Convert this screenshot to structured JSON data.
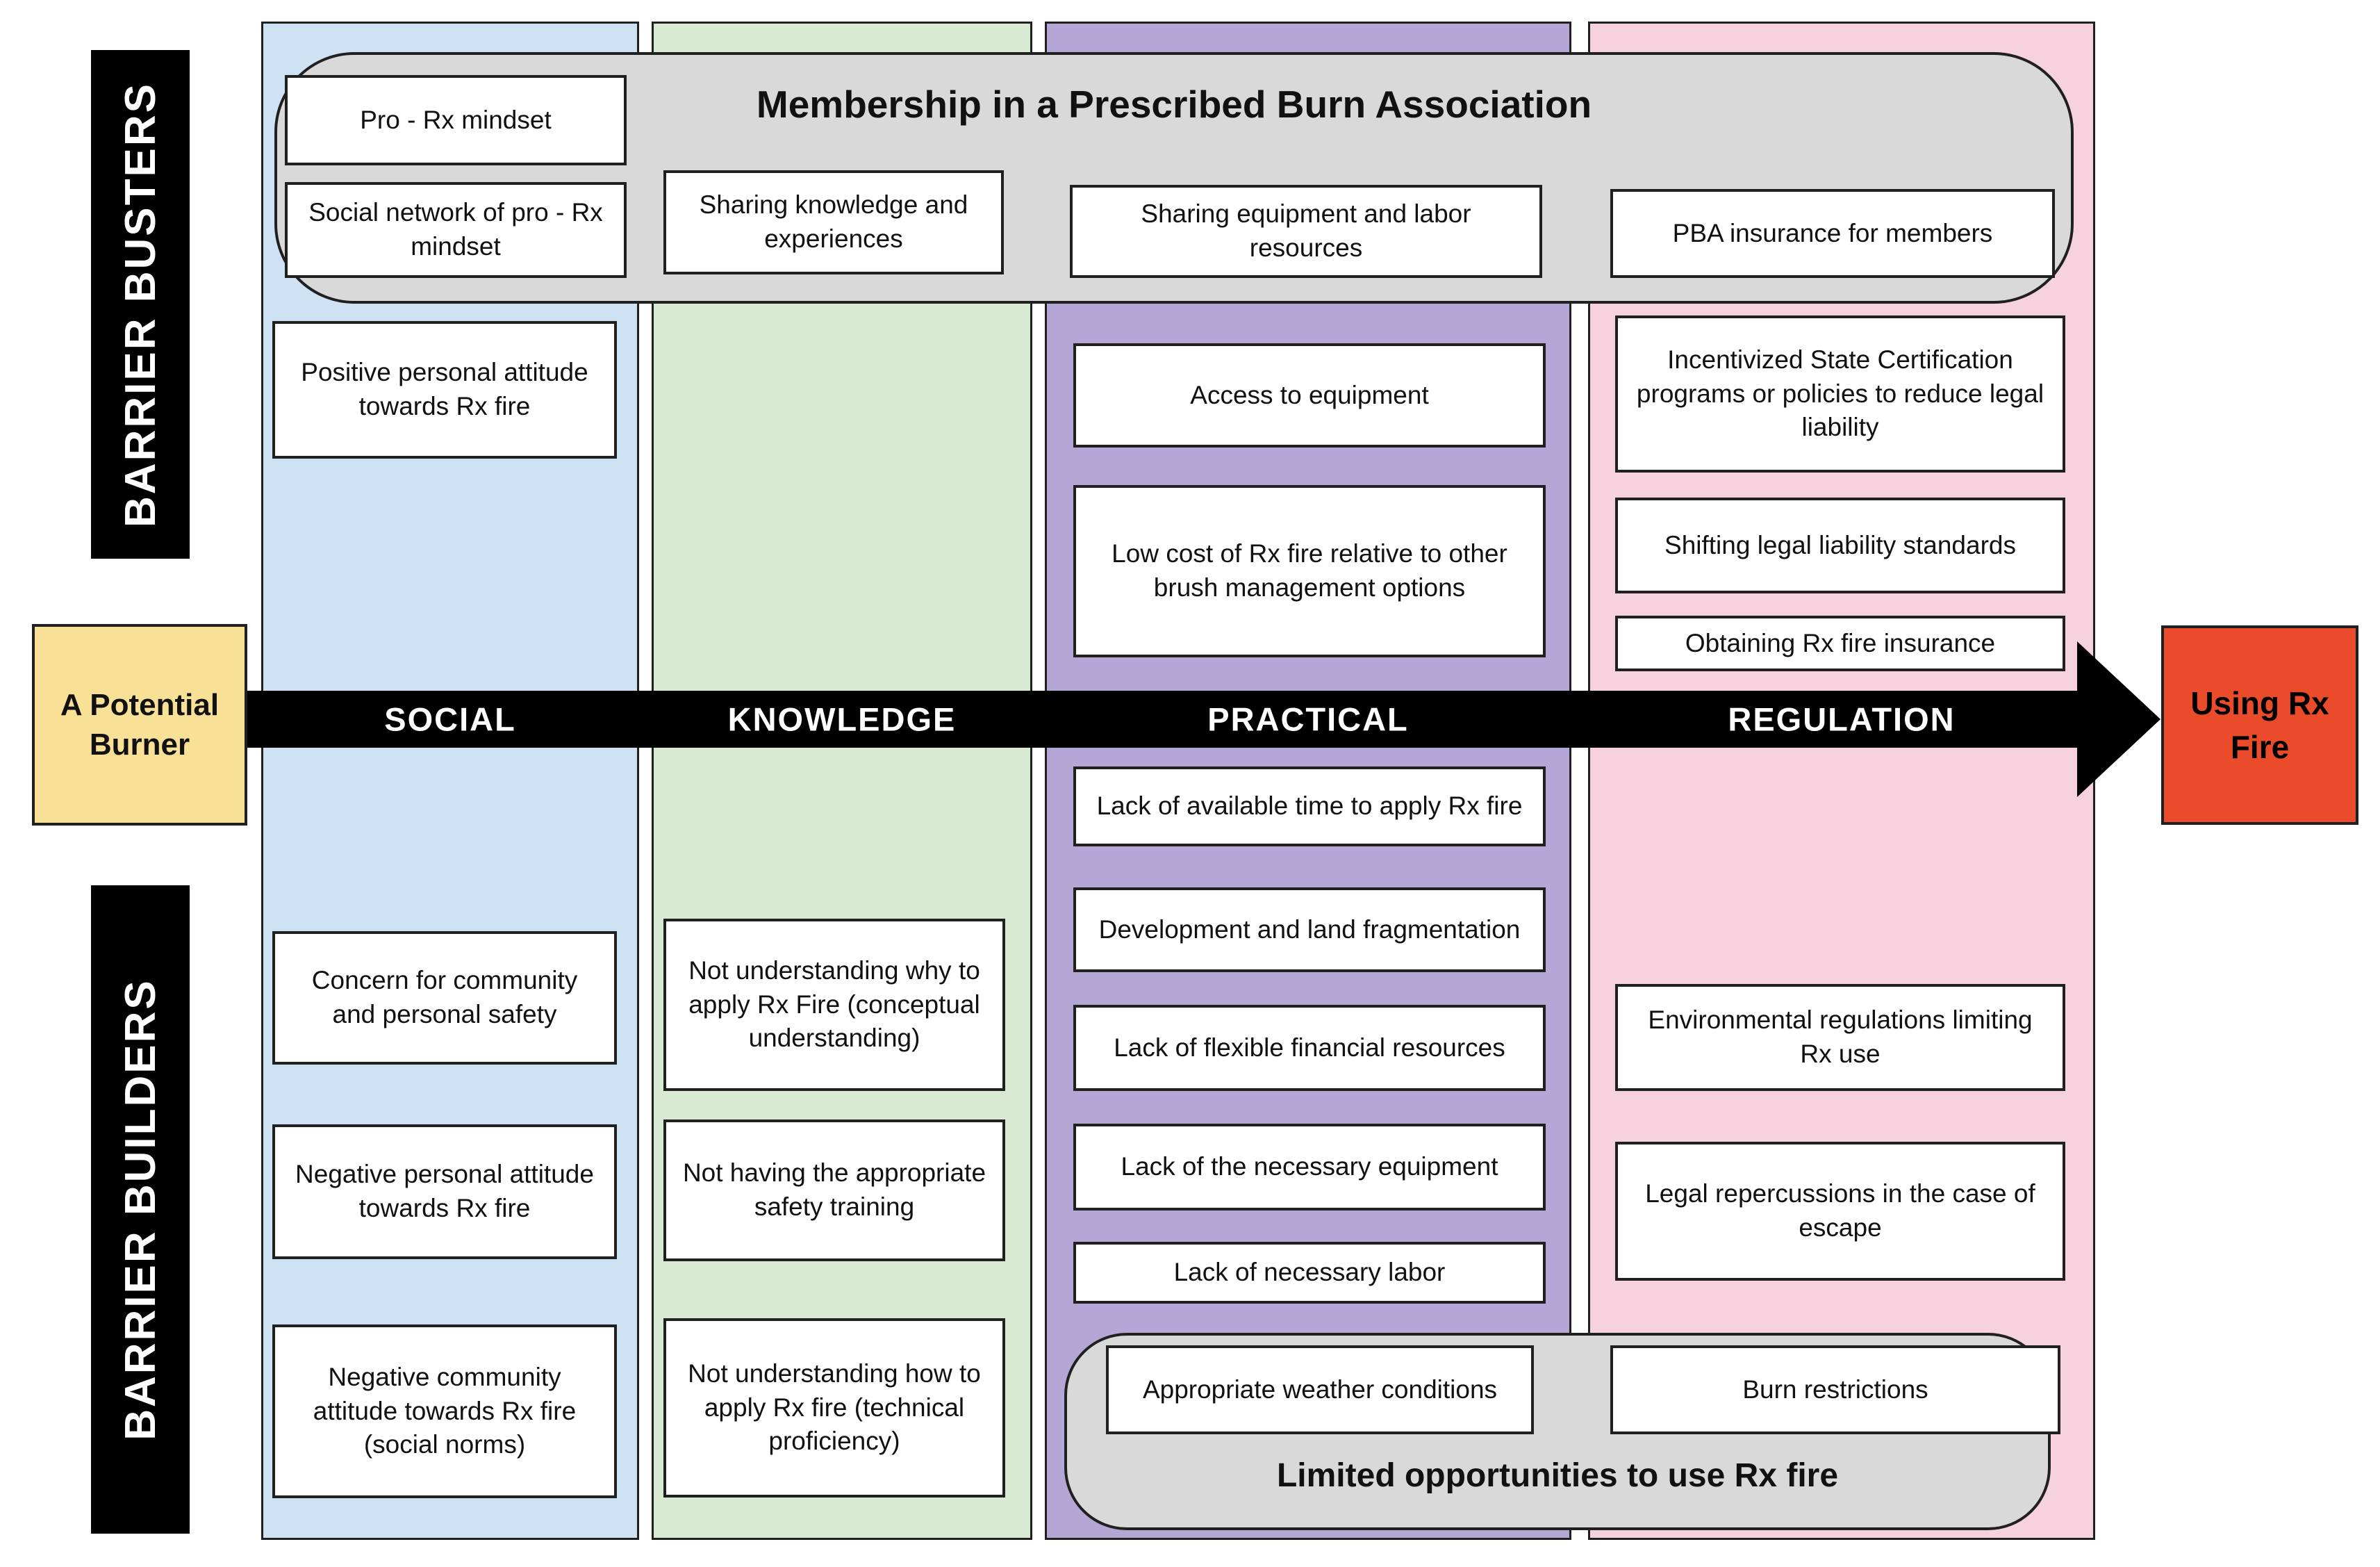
{
  "rails": {
    "busters_label": "BARRIER BUSTERS",
    "builders_label": "BARRIER BUILDERS"
  },
  "nodes": {
    "start_label": "A Potential Burner",
    "end_label": "Using Rx Fire"
  },
  "axis": {
    "labels": [
      "SOCIAL",
      "KNOWLEDGE",
      "PRACTICAL",
      "REGULATION"
    ]
  },
  "pba_banner": {
    "title": "Membership in a Prescribed Burn Association",
    "social_items": [
      "Pro - Rx mindset",
      "Social network of pro - Rx mindset"
    ],
    "knowledge_item": "Sharing knowledge and experiences",
    "practical_item": "Sharing equipment and labor resources",
    "regulation_item": "PBA insurance for members"
  },
  "busters": {
    "social": [
      "Positive personal attitude towards Rx fire"
    ],
    "practical": [
      "Access to equipment",
      "Low cost of Rx fire relative to other brush management options"
    ],
    "regulation": [
      "Incentivized State Certification programs or policies to reduce legal liability",
      "Shifting legal liability standards",
      "Obtaining Rx fire insurance"
    ]
  },
  "builders": {
    "social": [
      "Concern for community and personal safety",
      "Negative personal attitude towards Rx fire",
      "Negative community attitude towards Rx fire (social norms)"
    ],
    "knowledge": [
      "Not understanding why to apply Rx Fire (conceptual understanding)",
      "Not having the appropriate safety training",
      "Not understanding how to apply Rx fire (technical proficiency)"
    ],
    "practical": [
      "Lack of available time to apply Rx fire",
      "Development and land fragmentation",
      "Lack of flexible financial resources",
      "Lack of the necessary equipment",
      "Lack of necessary labor"
    ],
    "regulation": [
      "Environmental regulations limiting Rx use",
      "Legal repercussions in the case of escape"
    ]
  },
  "limited_banner": {
    "title": "Limited opportunities to use Rx fire",
    "items": [
      "Appropriate weather conditions",
      "Burn restrictions"
    ]
  },
  "colors": {
    "social_column": "#cfe2f3",
    "knowledge_column": "#d9ead3",
    "practical_column": "#b4a7d6",
    "regulation_column": "#f6d2de",
    "banner_gray": "#d9d9d9",
    "start_node_yellow": "#f8e096",
    "end_node_red": "#e94b2b",
    "rail_black": "#000000",
    "arrow_black": "#000000"
  }
}
